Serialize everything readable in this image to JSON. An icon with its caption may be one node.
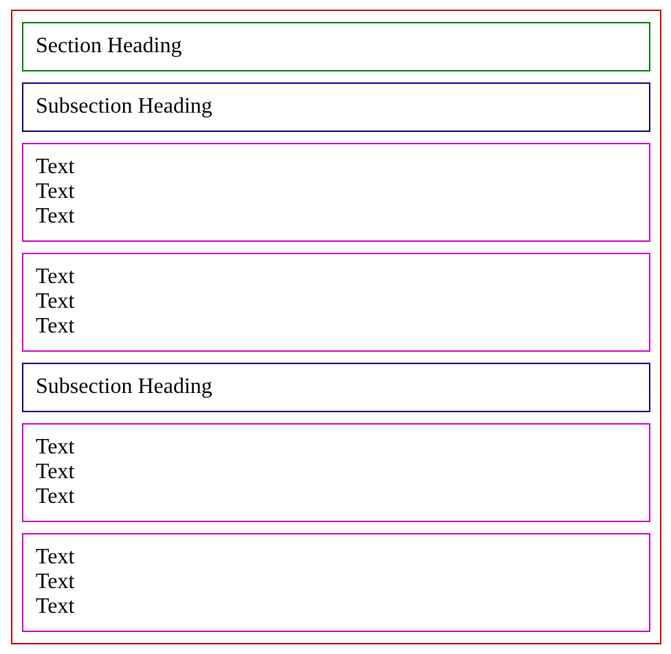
{
  "diagram": {
    "nodes": [
      {
        "text": [],
        "shape": "box"
      },
      {
        "text": [
          "Section Heading"
        ],
        "in": 0
      },
      {
        "text": [
          "Subsection Heading"
        ],
        "in": 0
      },
      {
        "text": [
          "Text",
          "Text",
          "Text"
        ],
        "in": 0
      },
      {
        "text": [
          "Text",
          "Text",
          "Text"
        ],
        "in": 0
      },
      {
        "text": [
          "Subsection Heading"
        ],
        "in": 0
      },
      {
        "text": [
          "Text",
          "Text",
          "Text"
        ],
        "in": 0
      },
      {
        "text": [
          "Text",
          "Text",
          "Text"
        ],
        "in": 0
      }
    ]
  }
}
